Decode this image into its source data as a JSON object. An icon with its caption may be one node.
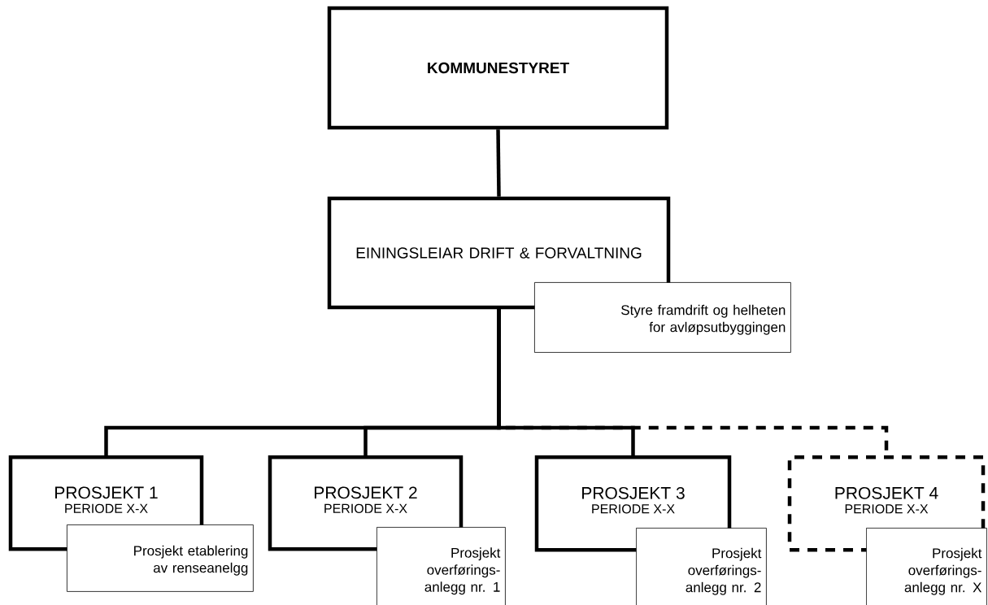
{
  "diagram": {
    "nodes": [
      {
        "text": [
          "KOMMUNESTYRET"
        ]
      },
      {
        "text": [
          "EININGSLEIAR DRIFT & FORVALTNING"
        ]
      },
      {
        "text": [
          "Styre framdrift og helheten for avløpsutbyggingen"
        ]
      },
      {
        "text": [
          "PROSJEKT 1",
          "PERIODE X-X"
        ]
      },
      {
        "text": [
          "Prosjekt etablering av renseanelgg"
        ]
      },
      {
        "text": [
          "PROSJEKT 2",
          "PERIODE X-X"
        ]
      },
      {
        "text": [
          "Prosjekt overførings-anlegg nr. 1"
        ]
      },
      {
        "text": [
          "PROSJEKT 3",
          "PERIODE X-X"
        ]
      },
      {
        "text": [
          "Prosjekt overførings-anlegg nr. 2"
        ]
      },
      {
        "text": [
          "PROSJEKT 4",
          "PERIODE X-X"
        ]
      },
      {
        "text": [
          "Prosjekt overførings-anlegg nr. X"
        ]
      }
    ],
    "edges": [
      {
        "from": 0,
        "to": 1,
        "arrow": "none"
      },
      {
        "from": 1,
        "to": 3,
        "arrow": "none"
      },
      {
        "from": 1,
        "to": 5,
        "arrow": "none"
      },
      {
        "from": 1,
        "to": 7,
        "arrow": "none"
      },
      {
        "from": 1,
        "to": 9,
        "arrow": "none",
        "style": "dashed"
      }
    ]
  }
}
